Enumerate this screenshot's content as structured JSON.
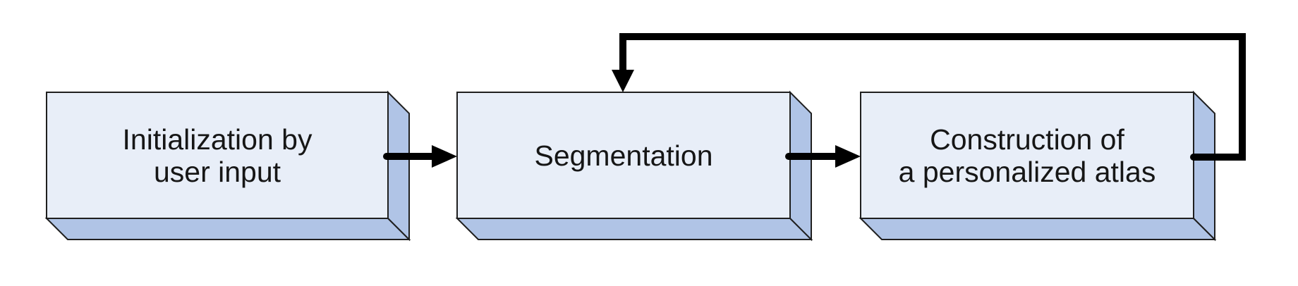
{
  "diagram": {
    "type": "flowchart",
    "nodes": [
      {
        "id": "initialization",
        "lines": [
          "Initialization by",
          "user input"
        ]
      },
      {
        "id": "segmentation",
        "lines": [
          "Segmentation"
        ]
      },
      {
        "id": "construction",
        "lines": [
          "Construction of",
          "a personalized atlas"
        ]
      }
    ],
    "edges": [
      {
        "from": "initialization",
        "to": "segmentation",
        "kind": "arrow"
      },
      {
        "from": "segmentation",
        "to": "construction",
        "kind": "arrow"
      },
      {
        "from": "construction",
        "to": "segmentation",
        "kind": "feedback-loop-arrow"
      }
    ]
  },
  "colors": {
    "background": "#ffffff",
    "box_front": "#e8eef8",
    "box_side": "#b0c4e6",
    "box_border": "#1f1f1f",
    "connector": "#000000",
    "text": "#161616"
  }
}
